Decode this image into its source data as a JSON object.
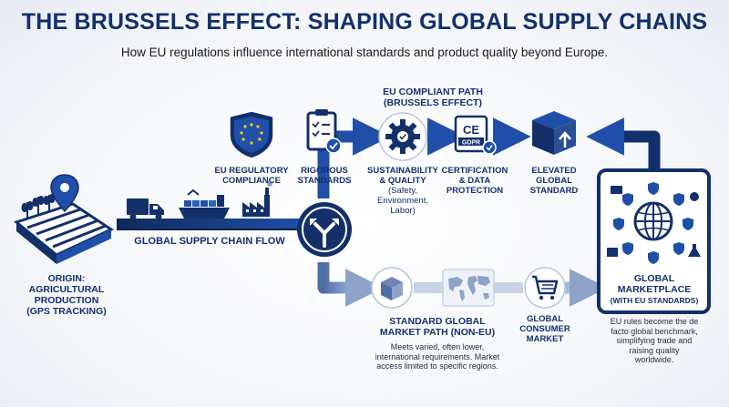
{
  "title": "THE BRUSSELS EFFECT: SHAPING GLOBAL SUPPLY CHAINS",
  "subtitle": "How EU regulations influence international standards and product quality beyond Europe.",
  "origin": {
    "lines": [
      "ORIGIN:",
      "AGRICULTURAL",
      "PRODUCTION",
      "(GPS TRACKING)"
    ]
  },
  "flow_label": "GLOBAL SUPPLY CHAIN FLOW",
  "compliant_path": {
    "heading": [
      "EU COMPLIANT PATH",
      "(BRUSSELS EFFECT)"
    ],
    "steps": [
      {
        "lines": [
          "EU REGULATORY",
          "COMPLIANCE"
        ]
      },
      {
        "lines": [
          "RIGOROUS",
          "STANDARDS"
        ]
      },
      {
        "lines": [
          "SUSTAINABILITY",
          "& QUALITY"
        ],
        "detail": [
          "(Safety,",
          "Environment,",
          "Labor)"
        ]
      },
      {
        "lines": [
          "CERTIFICATION",
          "& DATA",
          "PROTECTION"
        ]
      },
      {
        "lines": [
          "ELEVATED",
          "GLOBAL",
          "STANDARD"
        ]
      }
    ],
    "badges": {
      "ce": "CE",
      "gdpr": "GDPR"
    }
  },
  "standard_path": {
    "heading": [
      "STANDARD GLOBAL",
      "MARKET PATH (NON-EU)"
    ],
    "note": [
      "Meets varied, often lower,",
      "international requirements. Market",
      "access limited to specific regions."
    ],
    "consumer": [
      "GLOBAL",
      "CONSUMER",
      "MARKET"
    ]
  },
  "marketplace": {
    "lines": [
      "GLOBAL",
      "MARKETPLACE"
    ],
    "sub": "(WITH EU STANDARDS)",
    "note": [
      "EU rules become the de",
      "facto global benchmark,",
      "simplifying trade and",
      "raising quality",
      "worldwide."
    ]
  },
  "colors": {
    "navy": "#13306b",
    "blue": "#1f4fa8",
    "light": "#b9c6dd",
    "accent": "#2a63c4"
  }
}
